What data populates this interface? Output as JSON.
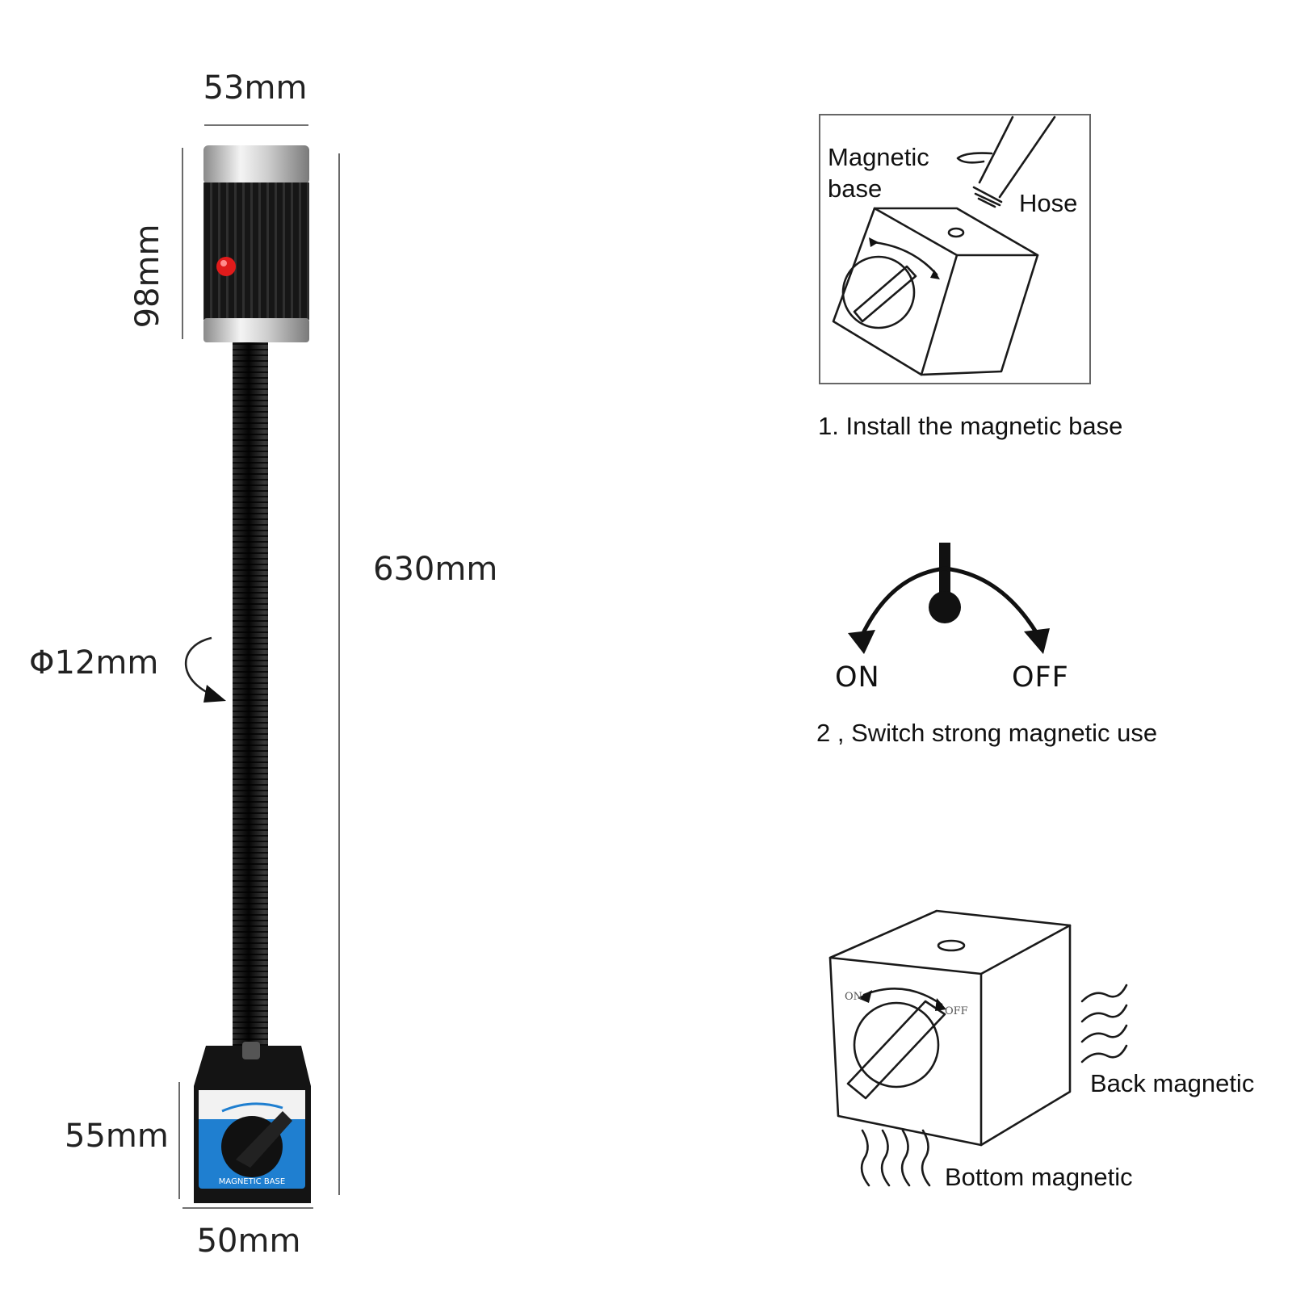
{
  "dimensions": {
    "head_width": "53mm",
    "head_height": "98mm",
    "total_length": "630mm",
    "hose_diameter": "Φ12mm",
    "base_height": "55mm",
    "base_width": "50mm"
  },
  "step1": {
    "label_magnetic_base": [
      "Magnetic",
      "base"
    ],
    "label_hose": "Hose",
    "caption": "1. Install the magnetic base"
  },
  "step2": {
    "on_label": "ON",
    "off_label": "OFF",
    "caption": "2 , Switch strong magnetic use"
  },
  "step3": {
    "dial_on": "ON",
    "dial_off": "OFF",
    "back_label": "Back magnetic",
    "bottom_label": "Bottom magnetic"
  },
  "product_base_text": "MAGNETIC BASE",
  "colors": {
    "indicator": "#e01b1b",
    "base_panel": "#1f7fd0",
    "body": "#141414"
  }
}
